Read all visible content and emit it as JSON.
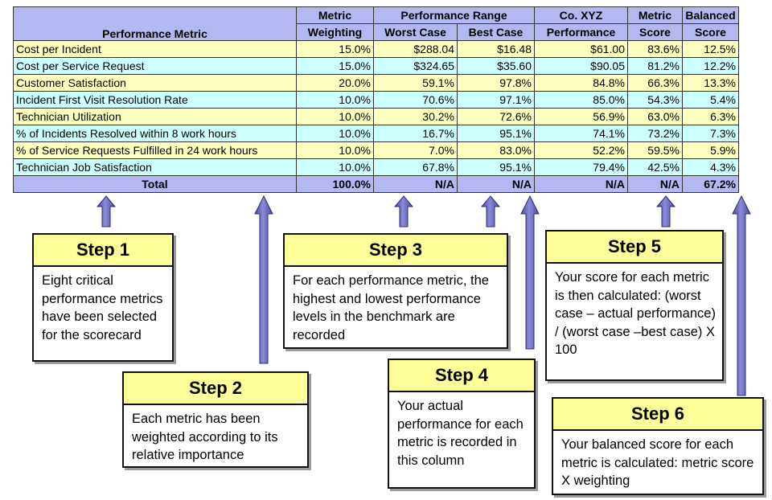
{
  "header": {
    "metric": "Performance Metric",
    "weighting_1": "Metric",
    "weighting_2": "Weighting",
    "range": "Performance Range",
    "worst": "Worst Case",
    "best": "Best Case",
    "perf_1": "Co. XYZ",
    "perf_2": "Performance",
    "mscore_1": "Metric",
    "mscore_2": "Score",
    "bscore_1": "Balanced",
    "bscore_2": "Score"
  },
  "rows": [
    {
      "metric": "Cost per Incident",
      "weighting": "15.0%",
      "worst": "$288.04",
      "best": "$16.48",
      "perf": "$61.00",
      "mscore": "83.6%",
      "bscore": "12.5%"
    },
    {
      "metric": "Cost per Service Request",
      "weighting": "15.0%",
      "worst": "$324.65",
      "best": "$35.60",
      "perf": "$90.05",
      "mscore": "81.2%",
      "bscore": "12.2%"
    },
    {
      "metric": "Customer Satisfaction",
      "weighting": "20.0%",
      "worst": "59.1%",
      "best": "97.8%",
      "perf": "84.8%",
      "mscore": "66.3%",
      "bscore": "13.3%"
    },
    {
      "metric": "Incident First Visit Resolution Rate",
      "weighting": "10.0%",
      "worst": "70.6%",
      "best": "97.1%",
      "perf": "85.0%",
      "mscore": "54.3%",
      "bscore": "5.4%"
    },
    {
      "metric": "Technician Utilization",
      "weighting": "10.0%",
      "worst": "30.2%",
      "best": "72.6%",
      "perf": "56.9%",
      "mscore": "63.0%",
      "bscore": "6.3%"
    },
    {
      "metric": "% of Incidents Resolved within 8 work hours",
      "weighting": "10.0%",
      "worst": "16.7%",
      "best": "95.1%",
      "perf": "74.1%",
      "mscore": "73.2%",
      "bscore": "7.3%"
    },
    {
      "metric": "% of Service Requests Fulfilled in 24 work hours",
      "weighting": "10.0%",
      "worst": "7.0%",
      "best": "83.0%",
      "perf": "52.2%",
      "mscore": "59.5%",
      "bscore": "5.9%"
    },
    {
      "metric": "Technician Job Satisfaction",
      "weighting": "10.0%",
      "worst": "67.8%",
      "best": "95.1%",
      "perf": "79.4%",
      "mscore": "42.5%",
      "bscore": "4.3%"
    }
  ],
  "total": {
    "label": "Total",
    "weighting": "100.0%",
    "worst": "N/A",
    "best": "N/A",
    "perf": "N/A",
    "mscore": "N/A",
    "bscore": "67.2%"
  },
  "steps": [
    {
      "title": "Step 1",
      "desc": "Eight critical performance metrics have been selected for the scorecard"
    },
    {
      "title": "Step 2",
      "desc": "Each metric has been weighted according to its relative importance"
    },
    {
      "title": "Step 3",
      "desc": "For each performance metric, the highest and lowest performance levels in the benchmark are recorded"
    },
    {
      "title": "Step 4",
      "desc": "Your actual performance for each metric is recorded in this column"
    },
    {
      "title": "Step 5",
      "desc": "Your score for each metric is then calculated: (worst case – actual performance) / (worst case –best case) X 100"
    },
    {
      "title": "Step 6",
      "desc": "Your balanced score for each metric is calculated: metric score X weighting"
    }
  ],
  "colors": {
    "header": "#b3b9f0",
    "row_yellow": "#ffffc0",
    "row_cyan": "#ccffff",
    "step_title": "#ffff99",
    "arrow": "#7272c4"
  }
}
